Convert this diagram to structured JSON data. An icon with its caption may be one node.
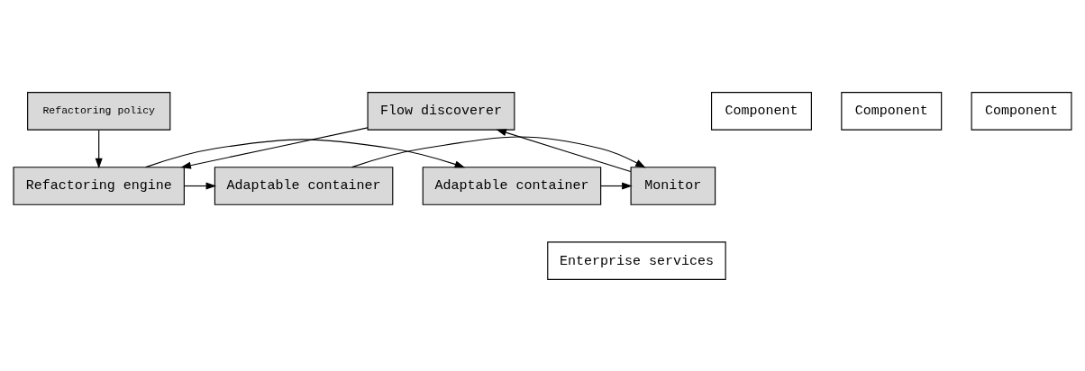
{
  "diagram": {
    "nodes": [
      {
        "text": [
          "Flow discoverer"
        ]
      },
      {
        "text": [
          "Component"
        ]
      },
      {
        "text": [
          "Component"
        ]
      },
      {
        "text": [
          "Component"
        ]
      },
      {
        "text": [
          "Refactoring policy"
        ]
      },
      {
        "text": [
          "Monitor"
        ]
      },
      {
        "text": [
          "Adaptable container"
        ]
      },
      {
        "text": [
          "Adaptable container"
        ]
      },
      {
        "text": [
          "Refactoring engine"
        ]
      },
      {
        "text": [
          "Enterprise services"
        ]
      }
    ],
    "edges": [
      {
        "from": 0,
        "to": 8,
        "arrow": "to"
      },
      {
        "from": 5,
        "to": 0,
        "arrow": "to"
      },
      {
        "from": 6,
        "to": 5,
        "arrow": "to"
      },
      {
        "from": 7,
        "to": 5,
        "arrow": "to"
      },
      {
        "from": 4,
        "to": 8,
        "arrow": "to"
      },
      {
        "from": 8,
        "to": 6,
        "arrow": "to"
      },
      {
        "from": 8,
        "to": 7,
        "arrow": "to"
      }
    ]
  }
}
